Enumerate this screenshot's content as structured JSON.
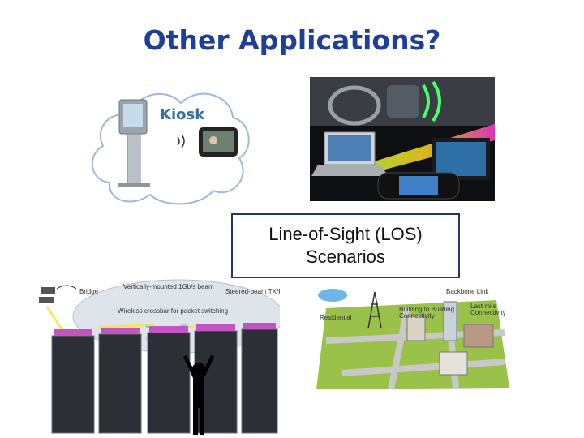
{
  "slide": {
    "title": "Other Applications?",
    "los_box": {
      "line1": "Line-of-Sight (LOS)",
      "line2": "Scenarios"
    }
  },
  "kiosk_panel": {
    "label": "Kiosk"
  },
  "datacenter_panel": {
    "labels": [
      "Bridge",
      "Vertically-mounted 1Gb/s beam",
      "Steered-beam TX/RX",
      "Wireless crossbar for packet switching"
    ]
  },
  "city_panel": {
    "labels": [
      "Backbone Link",
      "Residential",
      "Building to Building",
      "Connectivity",
      "Last mile",
      "Connectivity"
    ]
  },
  "colors": {
    "title": "#1f3f96",
    "box_border": "#1f3866",
    "map_green": "#9ac24a",
    "road": "#c8c8c8"
  }
}
